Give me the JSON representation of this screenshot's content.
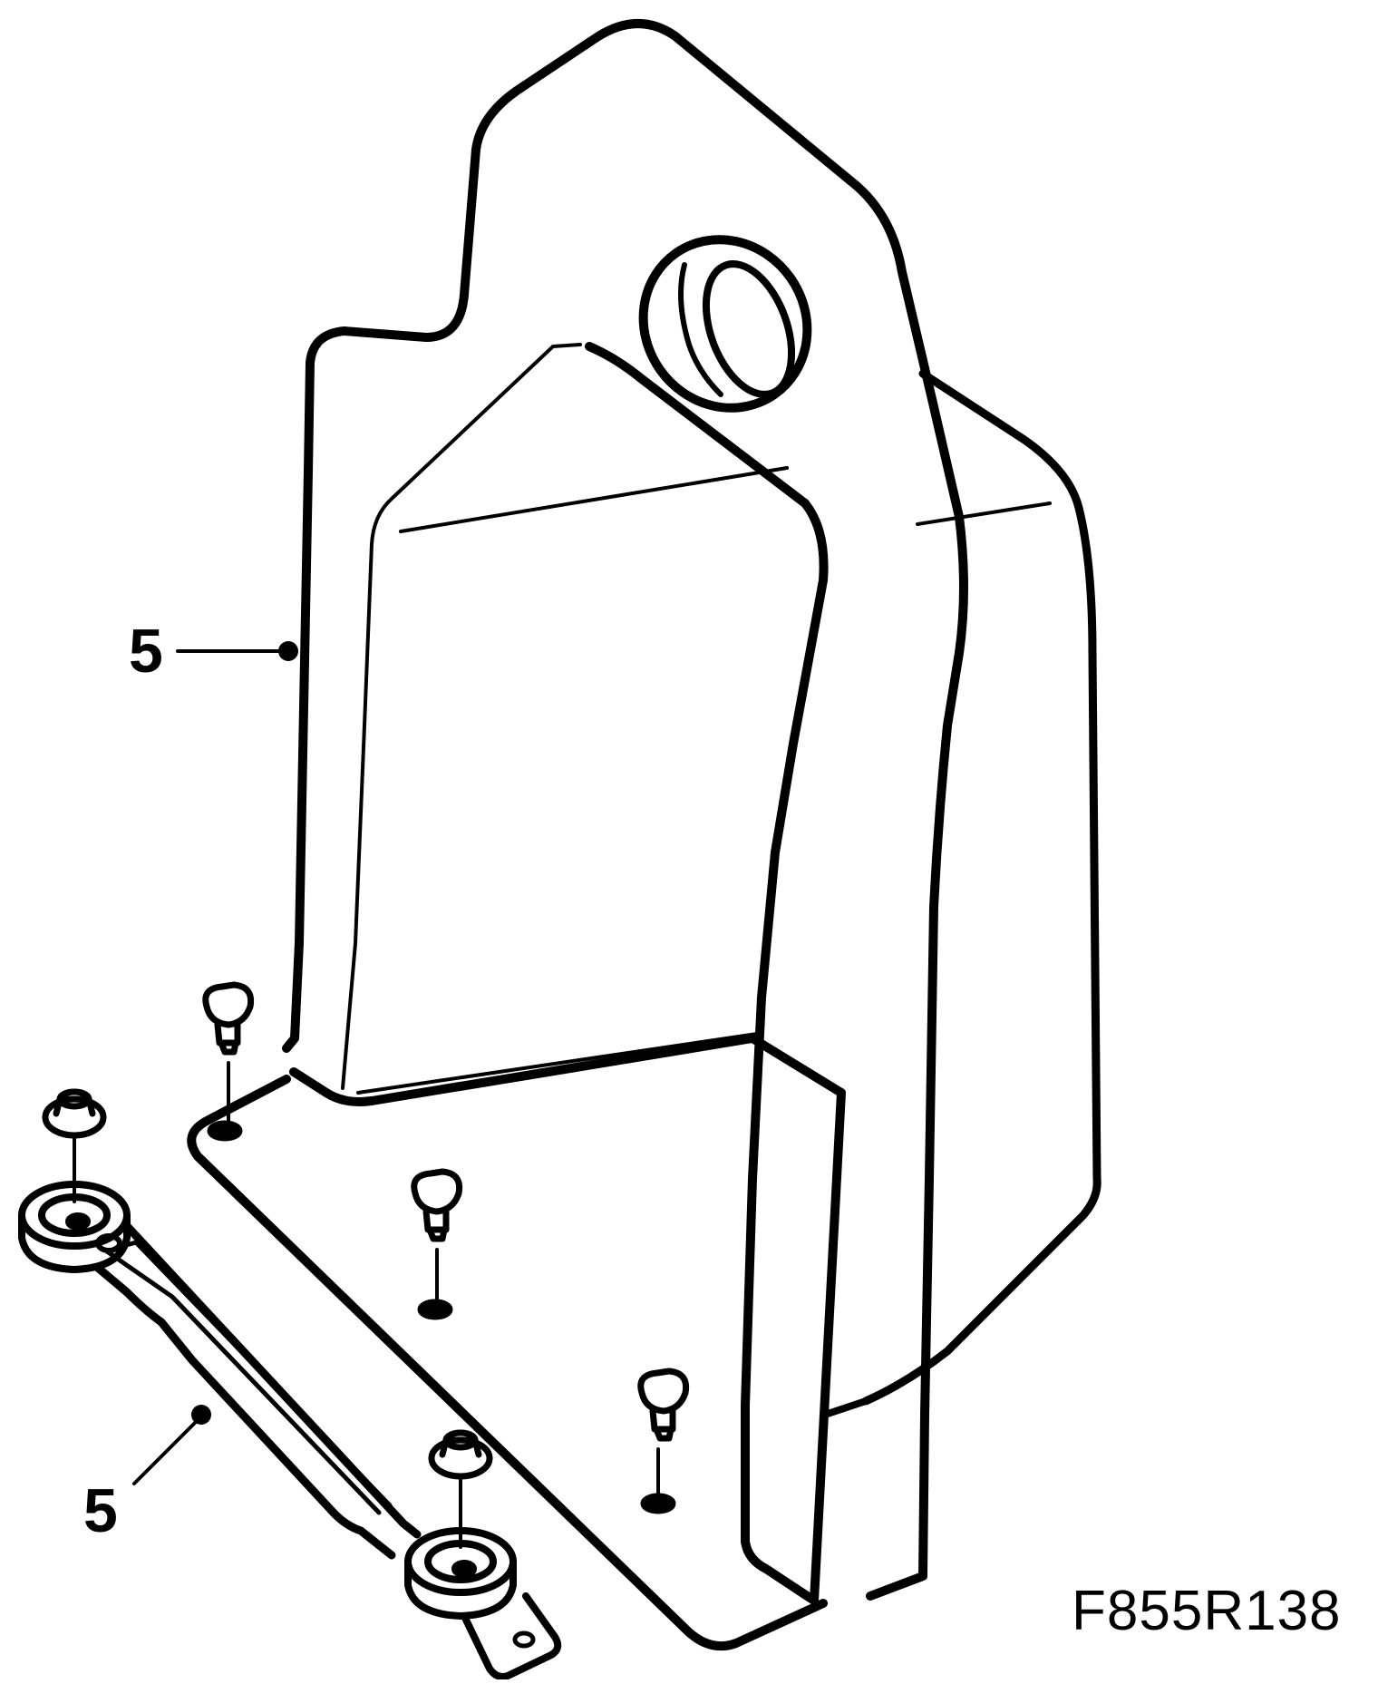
{
  "callouts": [
    {
      "id": "upper",
      "label": "5"
    },
    {
      "id": "lower",
      "label": "5"
    }
  ],
  "figure_code": "F855R138",
  "colors": {
    "line": "#000000",
    "background": "#ffffff"
  }
}
